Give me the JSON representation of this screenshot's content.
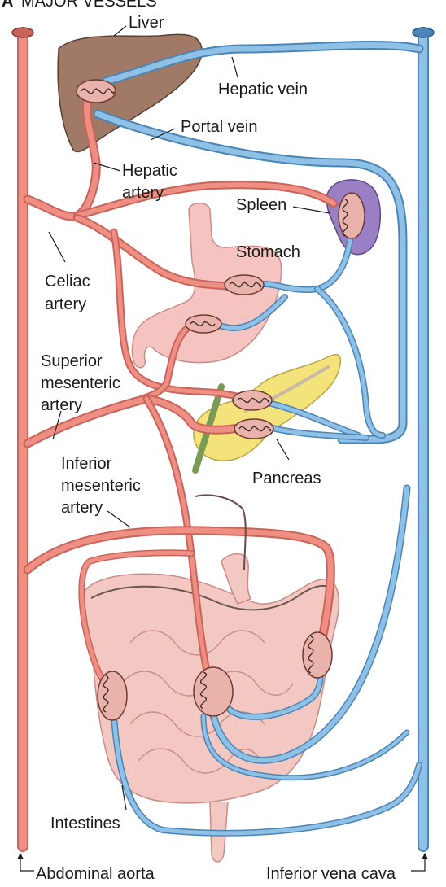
{
  "header": {
    "letter": "A",
    "title": "MAJOR VESSELS"
  },
  "labels": {
    "liver": "Liver",
    "hepatic_vein": "Hepatic vein",
    "portal_vein": "Portal vein",
    "hepatic_artery_1": "Hepatic",
    "hepatic_artery_2": "artery",
    "spleen": "Spleen",
    "stomach": "Stomach",
    "celiac_1": "Celiac",
    "celiac_2": "artery",
    "sup_mes_1": "Superior",
    "sup_mes_2": "mesenteric",
    "sup_mes_3": "artery",
    "pancreas": "Pancreas",
    "inf_mes_1": "Inferior",
    "inf_mes_2": "mesenteric",
    "inf_mes_3": "artery",
    "intestines": "Intestines",
    "abdominal_aorta": "Abdominal aorta",
    "inferior_vena_cava": "Inferior vena cava"
  },
  "colors": {
    "artery": "#ef8f84",
    "vein": "#8fc0e6",
    "liver": "#a07a66",
    "spleen": "#9b7fc4",
    "stomach": "#f5c4c0",
    "pancreas": "#f4e27a",
    "intestines": "#f4c8c2"
  }
}
